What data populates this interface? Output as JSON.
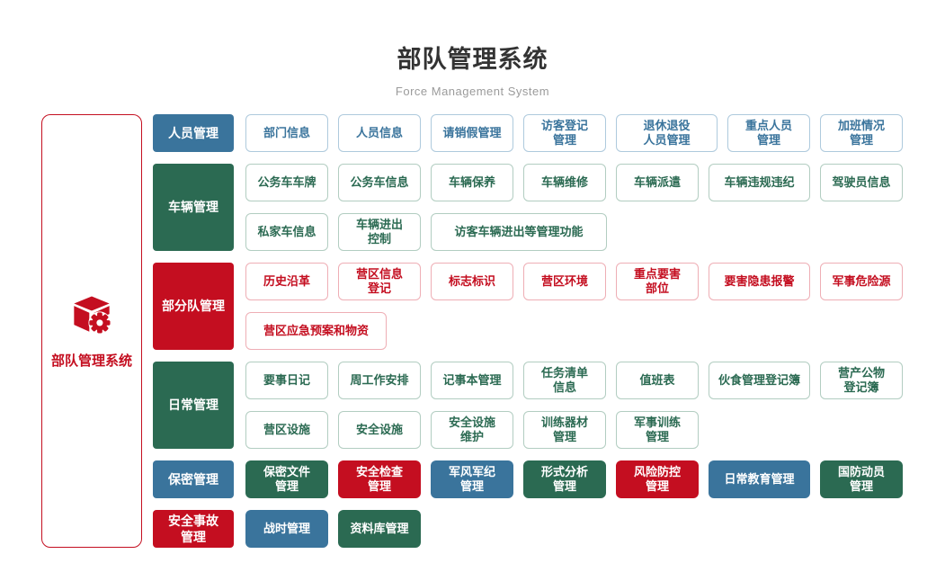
{
  "header": {
    "title": "部队管理系统",
    "subtitle": "Force Management System"
  },
  "sidebar": {
    "label": "部队管理系统",
    "icon": "cube-gear-icon"
  },
  "colors": {
    "blue": "#3a749c",
    "green": "#2b6a52",
    "red": "#c40e20"
  },
  "groups": {
    "personnel": {
      "label": "人员管理",
      "color": "blue",
      "rows": [
        [
          "部门信息",
          "人员信息",
          "请销假管理",
          "访客登记\n管理",
          "退休退役\n人员管理",
          "重点人员\n管理",
          "加班情况\n管理"
        ]
      ]
    },
    "vehicle": {
      "label": "车辆管理",
      "color": "green",
      "rows": [
        [
          "公务车车牌",
          "公务车信息",
          "车辆保养",
          "车辆维修",
          "车辆派遣",
          "车辆违规违纪",
          "驾驶员信息"
        ],
        [
          "私家车信息",
          "车辆进出\n控制",
          "访客车辆进出等管理功能"
        ]
      ]
    },
    "unit": {
      "label": "部分队管理",
      "color": "red",
      "rows": [
        [
          "历史沿革",
          "营区信息\n登记",
          "标志标识",
          "营区环境",
          "重点要害\n部位",
          "要害隐患报警",
          "军事危险源"
        ],
        [
          "营区应急预案和物资"
        ]
      ]
    },
    "daily": {
      "label": "日常管理",
      "color": "green",
      "rows": [
        [
          "要事日记",
          "周工作安排",
          "记事本管理",
          "任务清单\n信息",
          "值班表",
          "伙食管理登记簿",
          "营产公物\n登记簿"
        ],
        [
          "营区设施",
          "安全设施",
          "安全设施\n维护",
          "训练器材\n管理",
          "军事训练\n管理"
        ]
      ]
    },
    "secrecy": {
      "label": "保密管理",
      "color": "blue",
      "solid_items": [
        {
          "label": "保密文件\n管理",
          "color": "green"
        },
        {
          "label": "安全检查\n管理",
          "color": "red"
        },
        {
          "label": "军风军纪\n管理",
          "color": "blue"
        },
        {
          "label": "形式分析\n管理",
          "color": "green"
        },
        {
          "label": "风险防控\n管理",
          "color": "red"
        },
        {
          "label": "日常教育管理",
          "color": "blue"
        },
        {
          "label": "国防动员\n管理",
          "color": "green"
        }
      ]
    },
    "accident": {
      "label": "安全事故\n管理",
      "color": "red",
      "solid_items": [
        {
          "label": "战时管理",
          "color": "blue"
        },
        {
          "label": "资料库管理",
          "color": "green"
        }
      ]
    }
  }
}
